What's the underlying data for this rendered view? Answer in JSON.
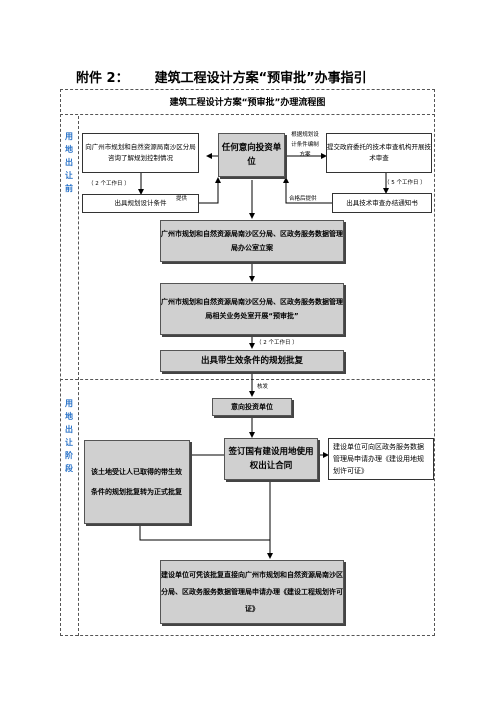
{
  "title": {
    "attachment": "附件 2：",
    "text": "建筑工程设计方案“预审批”办事指引"
  },
  "flowchart": {
    "title": "建筑工程设计方案“预审批”办理流程图",
    "phase_pre": "用地出让前",
    "phase_stage": "用地出让阶段",
    "box_planning_understand": "向广州市规划和自然资源局南沙区分局咨询了解规划控制情况",
    "box_investor": "任何意向投资单位",
    "label_design_by_conditions": "根据规划设计条件编制方案",
    "box_gov_review": "提交政府委托的技术审查机构开展技术审查",
    "days_2": "（ 2 个工作日 ）",
    "days_5": "（ 5 个工作日 ）",
    "box_issue_conditions": "出具规划设计条件",
    "label_provide": "提供",
    "label_qualified_provide": "合格后提供",
    "box_tech_notice": "出具技术审查办结通知书",
    "box_register": "广州市规划和自然资源局南沙区分局、区政务服务数据管理局办公室立案",
    "box_joint_review": "广州市规划和自然资源局南沙区分局、区政务服务数据管理局相关业务处室开展“预审批”",
    "days_2b": "（ 2 个工作日 ）",
    "box_conditional_approval": "出具带生效条件的规划批复",
    "label_issue": "核发",
    "box_intended_investor": "意向投资单位",
    "box_transferee_note": "该土地受让人已取得的带生效条件的规划批复转为正式批复",
    "box_sign_contract": "签订国有建设用地使用权出让合同",
    "box_land_permit_note": "建设单位可向区政务服务数据管理局申请办理《建设用地规划许可证》",
    "box_final": "建设单位可凭该批复直接向广州市规划和自然资源局南沙区分局、区政务服务数据管理局申请办理《建设工程规划许可证》"
  }
}
